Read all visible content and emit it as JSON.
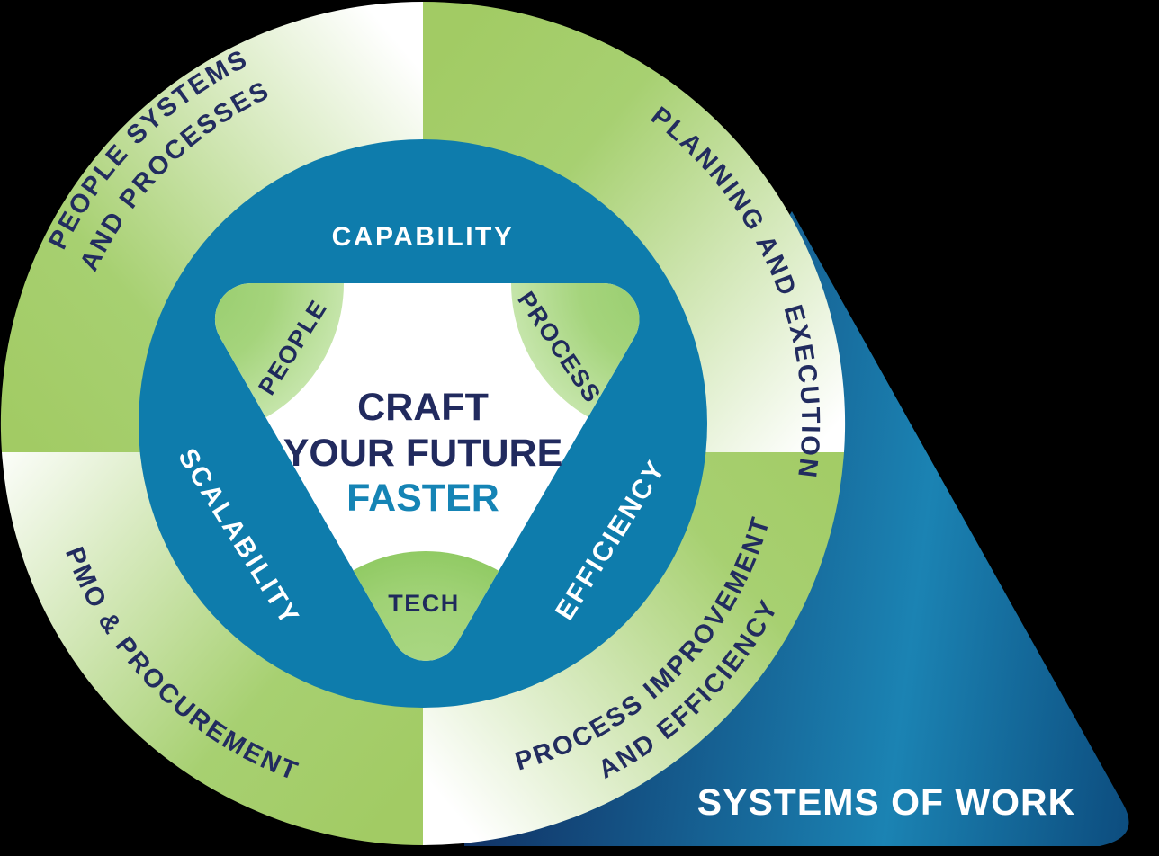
{
  "ring": {
    "top_left_line1": "PEOPLE SYSTEMS",
    "top_left_line2": "AND PROCESSES",
    "top_right": "PLANNING AND EXECUTION",
    "bottom_left": "PMO & PROCUREMENT",
    "bottom_right_line1": "PROCESS IMPROVEMENT",
    "bottom_right_line2": "AND EFFICIENCY"
  },
  "band": {
    "top": "CAPABILITY",
    "left": "SCALABILITY",
    "right": "EFFICIENCY"
  },
  "nodes": {
    "people": "PEOPLE",
    "process": "PROCESS",
    "tech": "TECH"
  },
  "center": {
    "line1": "CRAFT",
    "line2": "YOUR FUTURE",
    "line3": "FASTER"
  },
  "beam": {
    "label": "SYSTEMS OF WORK"
  },
  "colors": {
    "background": "#000000",
    "ring_green": "#a2cb64",
    "ring_white": "#ffffff",
    "disc_blue": "#0e7cac",
    "navy_text": "#222c5f",
    "accent_teal": "#1584b5",
    "beam_dark_navy": "#113063",
    "beam_mid_blue": "#1b83b3",
    "beam_tip_blue": "#0c4a7c",
    "blob_green_dark": "#96cc6c",
    "blob_green_light": "#c5e5aa"
  }
}
